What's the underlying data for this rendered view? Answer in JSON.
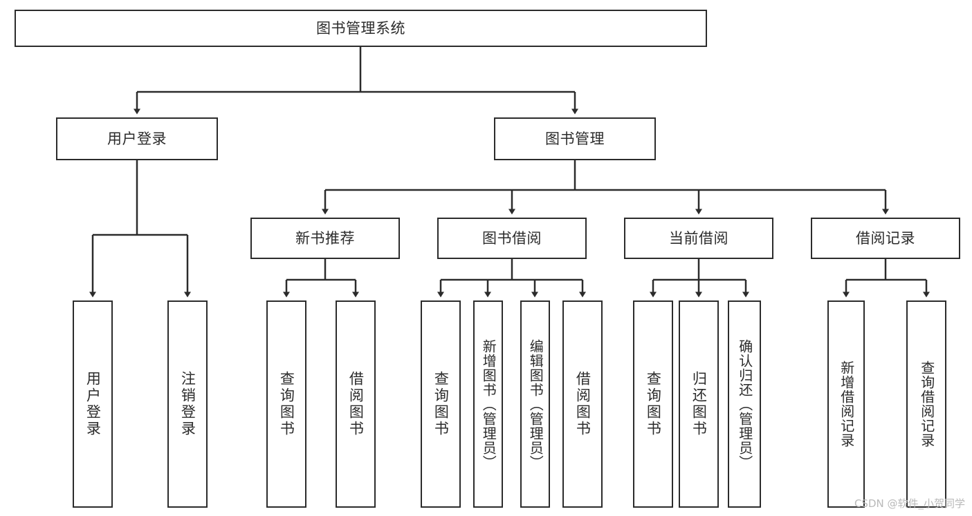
{
  "diagram": {
    "type": "hierarchy-tree",
    "title": "图书管理系统",
    "colors": {
      "stroke": "#2b2b2b",
      "background": "#ffffff",
      "text": "#2b2b2b",
      "watermark": "#b9b9b9"
    },
    "nodes": {
      "root": {
        "label": "图书管理系统"
      },
      "level2": [
        {
          "label": "用户登录"
        },
        {
          "label": "图书管理"
        }
      ],
      "level3": [
        {
          "label": "新书推荐"
        },
        {
          "label": "图书借阅"
        },
        {
          "label": "当前借阅"
        },
        {
          "label": "借阅记录"
        }
      ],
      "leaves_user_login": [
        {
          "label": "用户登录"
        },
        {
          "label": "注销登录"
        }
      ],
      "leaves_new_book": [
        {
          "label": "查询图书"
        },
        {
          "label": "借阅图书"
        }
      ],
      "leaves_borrow": [
        {
          "label": "查询图书"
        },
        {
          "label": "新增图书（管理员）"
        },
        {
          "label": "编辑图书（管理员）"
        },
        {
          "label": "借阅图书"
        }
      ],
      "leaves_current": [
        {
          "label": "查询图书"
        },
        {
          "label": "归还图书"
        },
        {
          "label": "确认归还（管理员）"
        }
      ],
      "leaves_records": [
        {
          "label": "新增借阅记录"
        },
        {
          "label": "查询借阅记录"
        }
      ]
    },
    "watermark": "CSDN @软件_小贺同学"
  }
}
